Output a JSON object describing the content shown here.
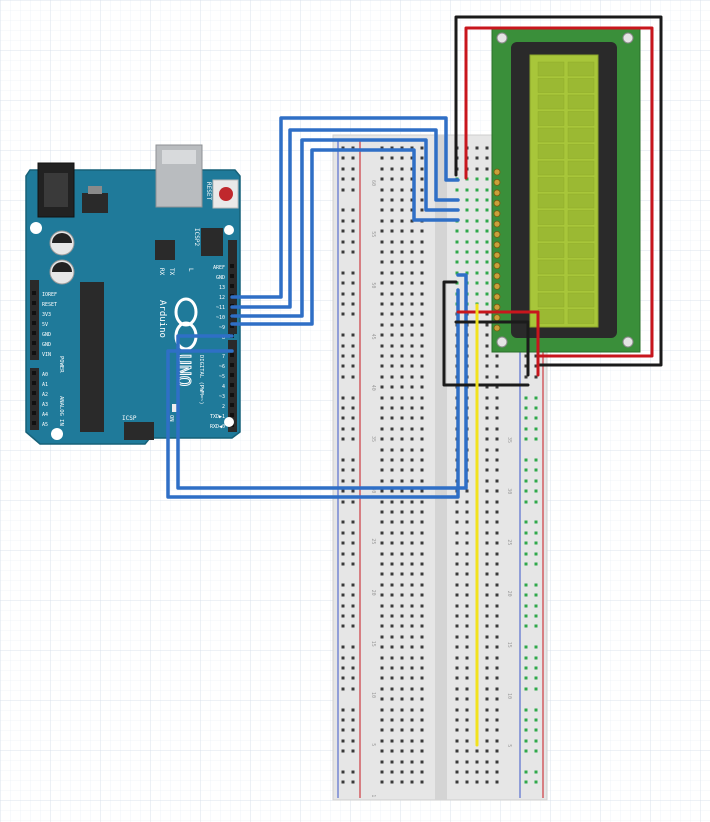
{
  "arduino": {
    "brand": "Arduino",
    "logo_text": "UNO",
    "reset_label": "RESET",
    "icsp2_label": "ICSP2",
    "icsp_label": "ICSP",
    "on_label": "ON",
    "l_label": "L",
    "tx_label": "TX",
    "rx_label": "RX",
    "power_label": "POWER",
    "analog_label": "ANALOG IN",
    "digital_label": "DIGITAL (PWM=~)",
    "power_pins": [
      "IOREF",
      "RESET",
      "3V3",
      "5V",
      "GND",
      "GND",
      "VIN"
    ],
    "analog_pins": [
      "A0",
      "A1",
      "A2",
      "A3",
      "A4",
      "A5"
    ],
    "digital_pins_top": [
      "AREF",
      "GND",
      "13",
      "12",
      "~11",
      "~10",
      "~9",
      "8"
    ],
    "digital_pins_bottom": [
      "7",
      "~6",
      "~5",
      "4",
      "~3",
      "2",
      "TXD▶1",
      "RXD◀0"
    ]
  },
  "breadboard": {
    "row_numbers_left": [
      "60",
      "55",
      "50",
      "45",
      "40",
      "35",
      "30",
      "25",
      "20",
      "15",
      "10",
      "5",
      "1"
    ],
    "row_numbers_right": [
      "35",
      "30",
      "25",
      "20",
      "15",
      "10",
      "5"
    ]
  },
  "colors": {
    "board": "#1f7a9a",
    "board_dark": "#176178",
    "breadboard": "#e6e6e6",
    "wire_blue": "#2f6fc6",
    "wire_red": "#c8161d",
    "wire_black": "#1b1b1b",
    "wire_yellow": "#f2e21d",
    "lcd_pcb": "#3a8f3a",
    "lcd_screen": "#a8c63a",
    "grid": "#dfe7f0"
  }
}
